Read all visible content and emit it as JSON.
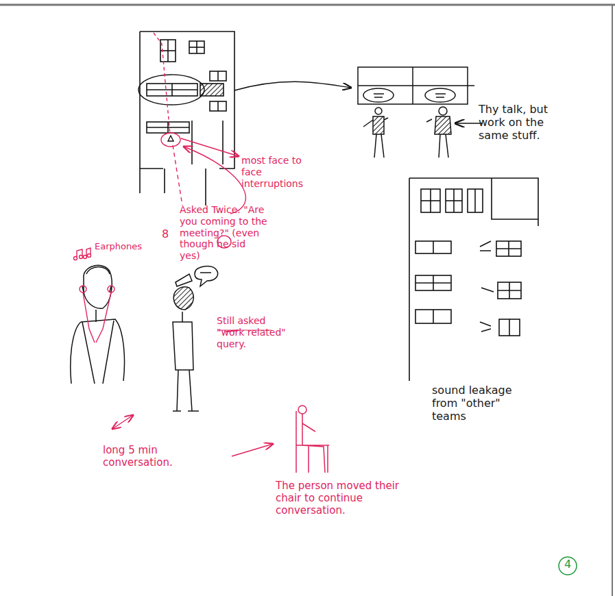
{
  "diagram": {
    "labels": [
      "Thy talk, but work on the same stuff.",
      "most face to face interruptions",
      "8",
      "Asked Twice. \"Are you coming to the meeting?\" (even though he sid yes)",
      "Earphones",
      "Still asked \"work related\" query.",
      "sound leakage from \"other\" teams",
      "long 5 min conversation.",
      "The person moved their chair to continue conversation.",
      "4"
    ]
  }
}
